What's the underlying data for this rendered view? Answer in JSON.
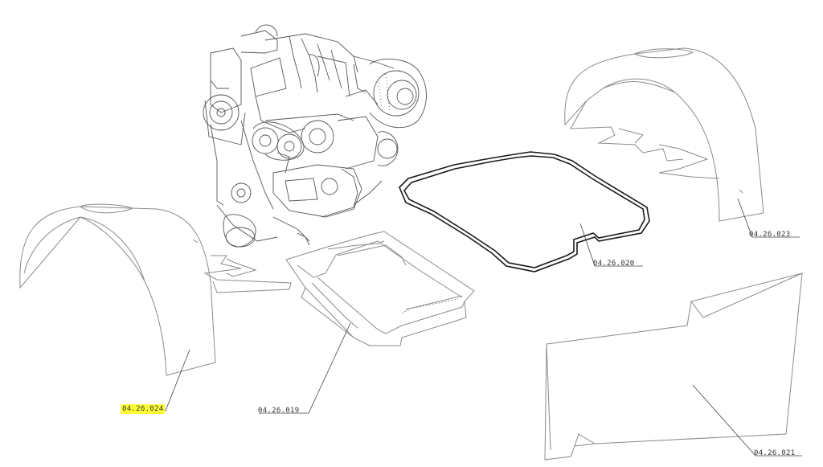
{
  "parts": [
    {
      "id": "04.26.024",
      "highlighted": true
    },
    {
      "id": "04.26.019",
      "highlighted": false
    },
    {
      "id": "04.26.020",
      "highlighted": false
    },
    {
      "id": "04.26.023",
      "highlighted": false
    },
    {
      "id": "04.26.021",
      "highlighted": false
    }
  ],
  "colors": {
    "line": "#8a8a8a",
    "gasket": "#1a1a1a",
    "engine": "#555555",
    "highlight": "#ffff33"
  }
}
